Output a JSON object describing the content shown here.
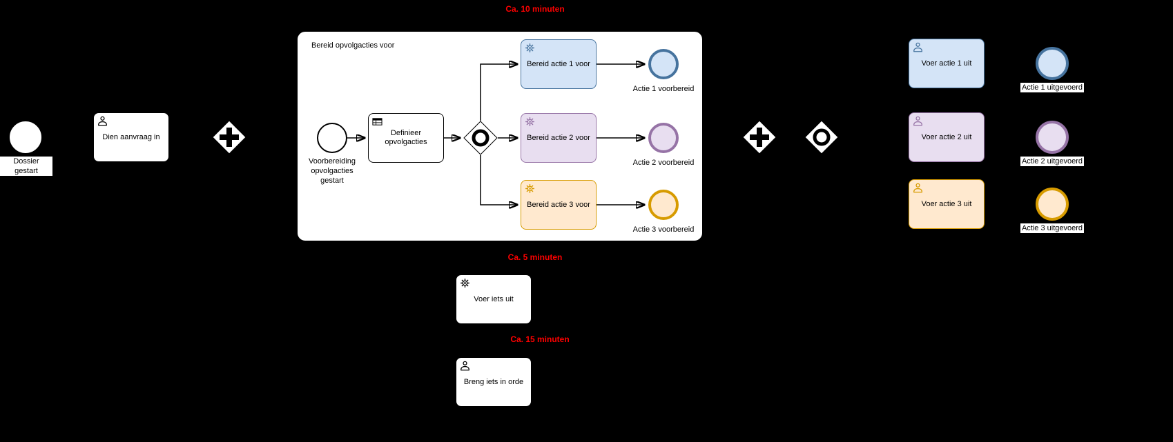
{
  "timing": {
    "prepare": "Ca. 10 minuten",
    "execute": "Ca. 5 minuten",
    "resolve": "Ca. 15 minuten"
  },
  "subprocess": {
    "title": "Bereid opvolgacties voor"
  },
  "events": {
    "dossier": "Dossier gestart",
    "voorbereiding": "Voorbereiding opvolgacties gestart",
    "prepared1": "Actie 1 voorbereid",
    "prepared2": "Actie 2 voorbereid",
    "prepared3": "Actie 3 voorbereid",
    "done1": "Actie 1 uitgevoerd",
    "done2": "Actie 2 uitgevoerd",
    "done3": "Actie 3 uitgevoerd"
  },
  "tasks": {
    "submit": "Dien aanvraag in",
    "define": "Definieer opvolgacties",
    "prepare1": "Bereid actie 1 voor",
    "prepare2": "Bereid actie 2 voor",
    "prepare3": "Bereid actie 3 voor",
    "execute1": "Voer actie 1 uit",
    "execute2": "Voer actie 2 uit",
    "execute3": "Voer actie 3 uit",
    "execute_generic": "Voer iets uit",
    "fix": "Breng iets in orde"
  },
  "colors": {
    "canvas_bg": "#000000",
    "shape_bg": "#ffffff",
    "stroke": "#000000",
    "timing_red": "#ff0000",
    "blue_fill": "#d4e4f7",
    "blue_stroke": "#46739e",
    "purple_fill": "#e8def0",
    "purple_stroke": "#9673a6",
    "orange_fill": "#ffe9cf",
    "orange_stroke": "#d79b00"
  }
}
